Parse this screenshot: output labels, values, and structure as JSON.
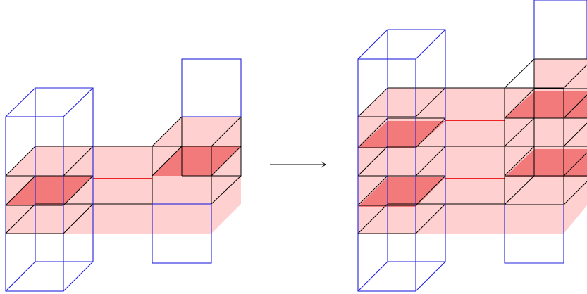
{
  "colors": {
    "blue": "#2222dd",
    "black": "#000000",
    "pink": "#ffd0d0",
    "red": "#f27a7a",
    "redline": "#ee2222"
  },
  "figure": {
    "left_configuration": {
      "description_free": true,
      "towers": 2,
      "highlighted_slabs": 2
    },
    "arrow": "right",
    "right_configuration": {
      "towers": 2,
      "highlighted_slabs": 4
    }
  }
}
